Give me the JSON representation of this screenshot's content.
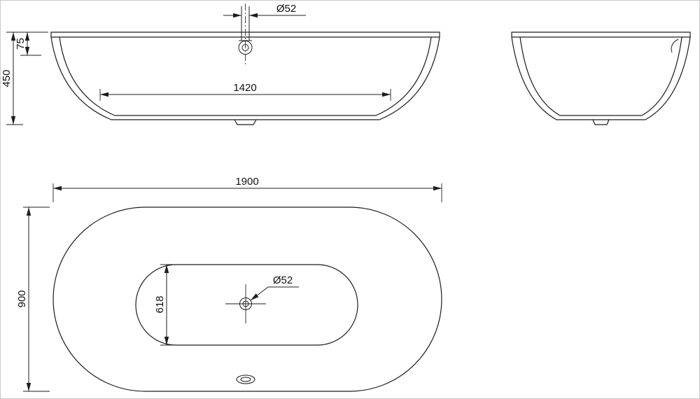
{
  "drawing": {
    "front_view": {
      "drain_diameter_label": "Ø52",
      "rim_height_label": "75",
      "overall_height_label": "450",
      "bottom_length_label": "1420"
    },
    "plan_view": {
      "overall_length_label": "1900",
      "overall_width_label": "900",
      "inner_width_label": "618",
      "drain_diameter_label": "Ø52"
    },
    "colors": {
      "line": "#1d1d1d",
      "background": "#ffffff",
      "border": "#c9c9c9"
    }
  }
}
